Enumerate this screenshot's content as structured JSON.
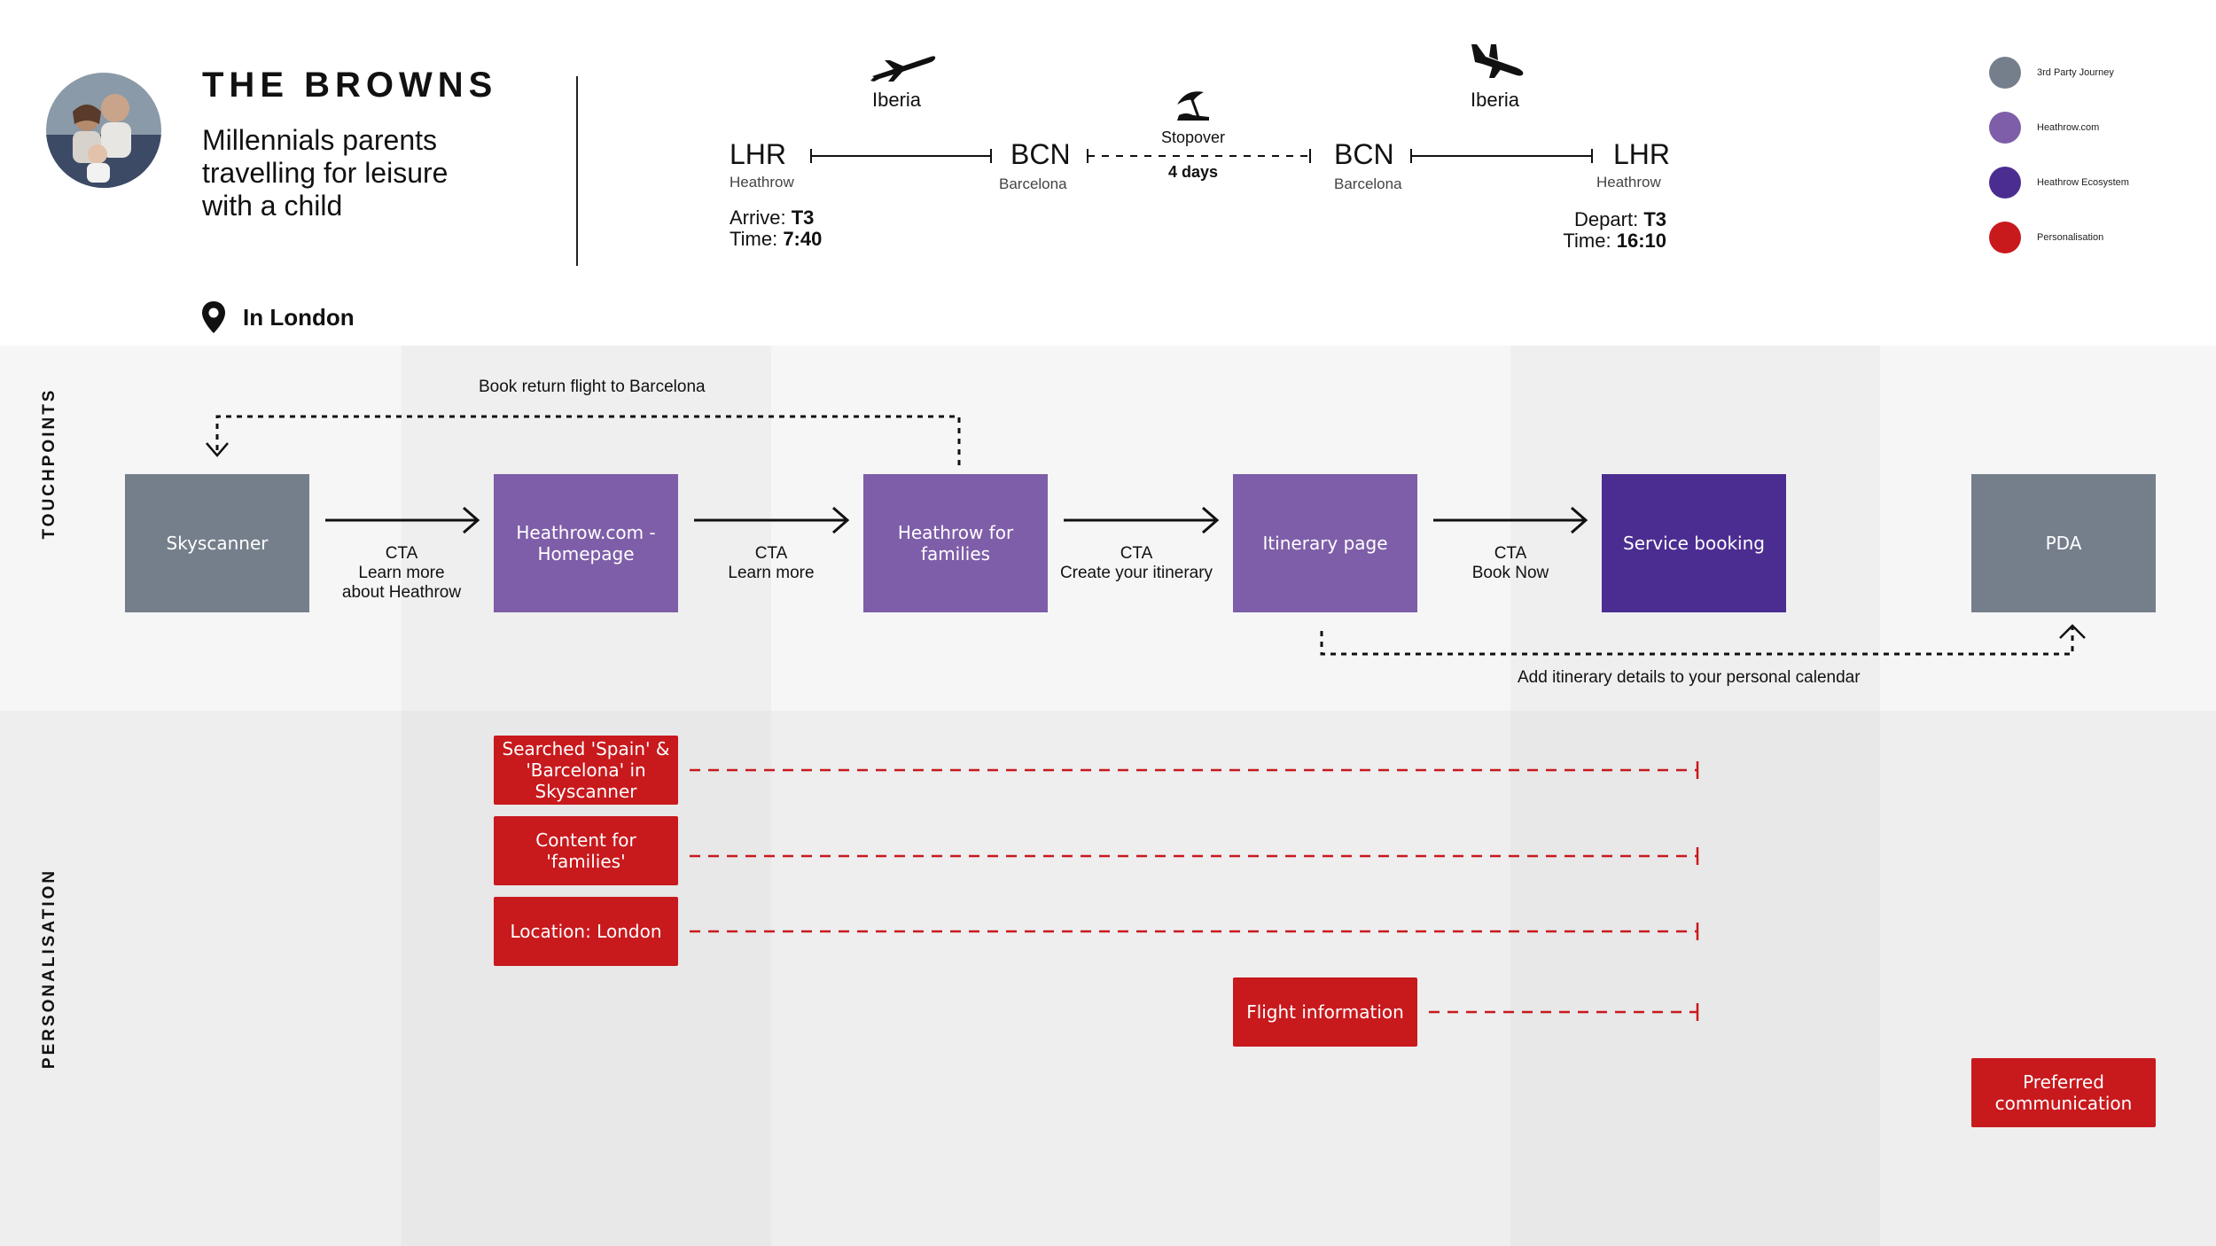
{
  "persona": {
    "name": "THE BROWNS",
    "description": "Millennials parents travelling for leisure with a child",
    "location": "In London"
  },
  "itinerary": {
    "outbound": {
      "airline": "Iberia",
      "from_code": "LHR",
      "from_city": "Heathrow",
      "to_code": "BCN",
      "to_city": "Barcelona",
      "arrive_label": "Arrive:",
      "arrive_value": "T3",
      "time_label": "Time:",
      "time_value": "7:40"
    },
    "stopover": {
      "label": "Stopover",
      "duration": "4 days"
    },
    "return": {
      "airline": "Iberia",
      "from_code": "BCN",
      "from_city": "Barcelona",
      "to_code": "LHR",
      "to_city": "Heathrow",
      "depart_label": "Depart:",
      "depart_value": "T3",
      "time_label": "Time:",
      "time_value": "16:10"
    }
  },
  "legend": [
    {
      "label": "3rd Party Journey",
      "color": "#757f8c"
    },
    {
      "label": "Heathrow.com",
      "color": "#7e5ea8"
    },
    {
      "label": "Heathrow Ecosystem",
      "color": "#4b2d91"
    },
    {
      "label": "Personalisation",
      "color": "#c8191d"
    }
  ],
  "rows": {
    "touchpoints": "TOUCHPOINTS",
    "personalisation": "PERSONALISATION"
  },
  "touchpoints": [
    {
      "label": "Skyscanner",
      "type": "3rd Party Journey"
    },
    {
      "label": "Heathrow.com - Homepage",
      "type": "Heathrow.com"
    },
    {
      "label": "Heathrow for families",
      "type": "Heathrow.com"
    },
    {
      "label": "Itinerary page",
      "type": "Heathrow.com"
    },
    {
      "label": "Service booking",
      "type": "Heathrow Ecosystem"
    },
    {
      "label": "PDA",
      "type": "3rd Party Journey"
    }
  ],
  "ctas": [
    {
      "title": "CTA",
      "text": "Learn more about Heathrow"
    },
    {
      "title": "CTA",
      "text": "Learn more"
    },
    {
      "title": "CTA",
      "text": "Create your itinerary"
    },
    {
      "title": "CTA",
      "text": "Book Now"
    }
  ],
  "loops": {
    "book_return": "Book return flight to Barcelona",
    "add_itinerary": "Add itinerary details to your personal calendar"
  },
  "personalisation": [
    {
      "label": "Searched 'Spain' & 'Barcelona' in Skyscanner"
    },
    {
      "label": "Content for 'families'"
    },
    {
      "label": "Location: London"
    },
    {
      "label": "Flight information"
    },
    {
      "label": "Preferred communication"
    }
  ]
}
